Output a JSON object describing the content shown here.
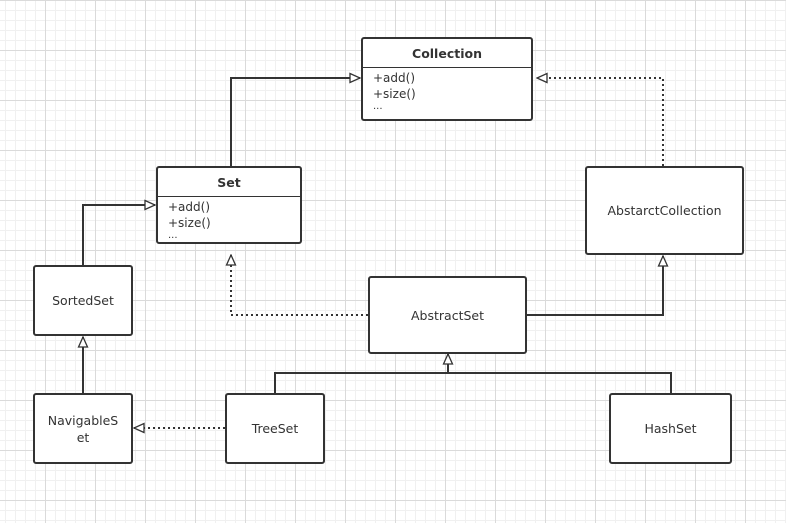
{
  "collection": {
    "name": "Collection",
    "members": [
      "+add()",
      "+size()"
    ],
    "more": "..."
  },
  "set": {
    "name": "Set",
    "members": [
      "+add()",
      "+size()"
    ],
    "more": "..."
  },
  "nodes": {
    "abstract_collection": "AbstarctCollection",
    "sorted_set": "SortedSet",
    "abstract_set": "AbstractSet",
    "navigable_set": "NavigableSet",
    "tree_set": "TreeSet",
    "hash_set": "HashSet"
  },
  "colors": {
    "stroke": "#333333",
    "background": "#ffffff",
    "grid": "#dadada"
  }
}
